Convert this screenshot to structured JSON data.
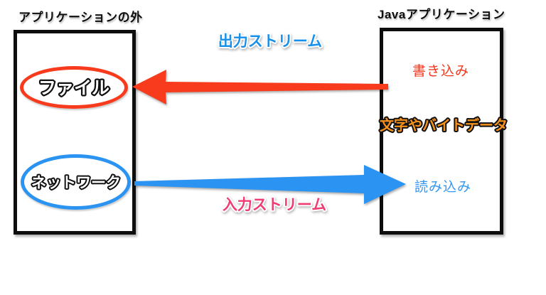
{
  "diagram": {
    "title_left": "アプリケーションの外",
    "title_right": "Javaアプリケーション",
    "file_label": "ファイル",
    "network_label": "ネットワーク",
    "output_stream_label": "出力ストリーム",
    "input_stream_label": "入力ストリーム",
    "write_label": "書き込み",
    "read_label": "読み込み",
    "data_label": "文字やバイトデータ",
    "colors": {
      "arrow_red": "#f83b1d",
      "arrow_blue": "#2b93f1",
      "ellipse_red": "#f83b1d",
      "ellipse_blue": "#2b93f1",
      "output_label_blue": "#1790ec",
      "input_label_pink": "#f03c72",
      "write_label_red": "#f2381c",
      "read_label_blue": "#3397f3",
      "data_label_orange": "#f5921e"
    }
  }
}
